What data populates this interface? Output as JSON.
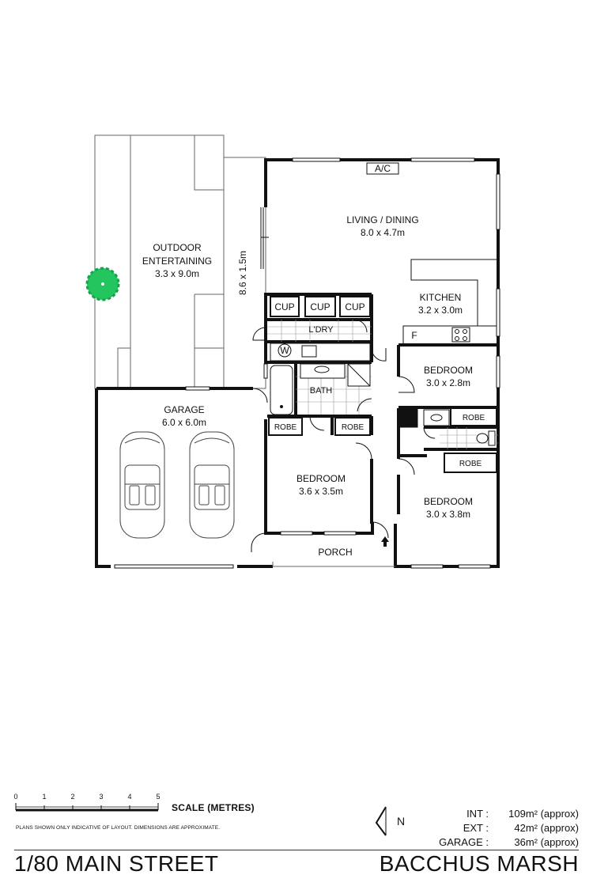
{
  "rooms": {
    "outdoor": {
      "line1": "OUTDOOR",
      "line2": "ENTERTAINING",
      "dims": "3.3 x 9.0m"
    },
    "side_path": {
      "dims": "8.6 x 1.5m"
    },
    "living": {
      "name": "LIVING / DINING",
      "dims": "8.0 x 4.7m"
    },
    "ac": "A/C",
    "kitchen": {
      "name": "KITCHEN",
      "dims": "3.2 x 3.0m"
    },
    "fridge": "F",
    "cupboards": [
      "CUP",
      "CUP",
      "CUP"
    ],
    "laundry": "L'DRY",
    "washer": "W",
    "bath": "BATH",
    "garage": {
      "name": "GARAGE",
      "dims": "6.0 x 6.0m"
    },
    "robe_left": "ROBE",
    "robe_mid": "ROBE",
    "bedroom_main": {
      "name": "BEDROOM",
      "dims": "3.6 x 3.5m"
    },
    "bedroom_ne": {
      "name": "BEDROOM",
      "dims": "3.0 x 2.8m"
    },
    "robe_ne": "ROBE",
    "robe_se": "ROBE",
    "bedroom_se": {
      "name": "BEDROOM",
      "dims": "3.0 x 3.8m"
    },
    "porch": "PORCH"
  },
  "scale": {
    "ticks": [
      "0",
      "1",
      "2",
      "3",
      "4",
      "5"
    ],
    "title": "SCALE (METRES)",
    "disclaimer": "PLANS SHOWN ONLY INDICATIVE OF LAYOUT. DIMENSIONS ARE APPROXIMATE."
  },
  "compass": {
    "label": "N"
  },
  "areas": [
    {
      "label": "INT :",
      "value": "109m² (approx)"
    },
    {
      "label": "EXT :",
      "value": "42m² (approx)"
    },
    {
      "label": "GARAGE :",
      "value": "36m² (approx)"
    }
  ],
  "footer": {
    "address": "1/80 MAIN STREET",
    "suburb": "BACCHUS MARSH"
  },
  "colors": {
    "wall": "#111111",
    "tree": "#22c55e",
    "thin_line": "#666666"
  }
}
